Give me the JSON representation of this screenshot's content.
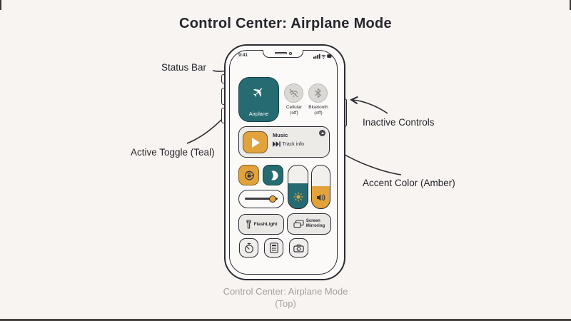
{
  "title": "Control Center: Airplane Mode",
  "caption": {
    "line1": "Control Center: Airplane Mode",
    "line2": "(Top)"
  },
  "annotations": {
    "status_bar": "Status Bar",
    "active_toggle": "Active Toggle (Teal)",
    "inactive_controls": "Inactive Controls",
    "accent_color": "Accent Color (Amber)"
  },
  "phone": {
    "status_bar": {
      "time": "9:41"
    },
    "controls": {
      "airplane": {
        "label": "Airplane",
        "state": "on"
      },
      "cellular": {
        "label": "Cellular",
        "state": "(off)"
      },
      "bluetooth": {
        "label": "Bluetooth",
        "state": "(off)"
      },
      "music": {
        "title": "Music",
        "subtitle": "Track info"
      },
      "flashlight": {
        "label": "FlashLight"
      },
      "screen_mirroring": {
        "label_line1": "Screen",
        "label_line2": "Mirroring"
      }
    }
  },
  "colors": {
    "teal": "#266b72",
    "amber": "#e3a33c",
    "inactive_gray": "#dbd9d6",
    "ink": "#2b2b33",
    "background": "#f7f4f1"
  },
  "icons": {
    "airplane_glyph": "✈"
  }
}
